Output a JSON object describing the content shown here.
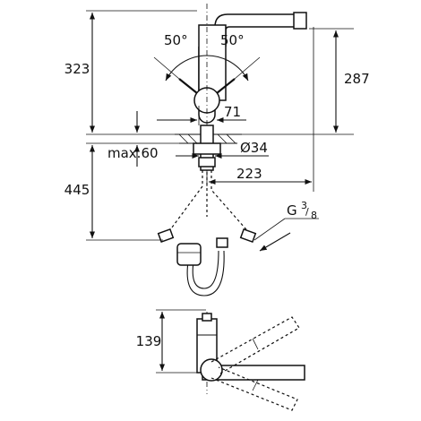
{
  "diagram": {
    "labels": {
      "height_total_above": "323",
      "height_spout": "287",
      "angle_left": "50°",
      "angle_right": "50°",
      "offset_71": "71",
      "max_deck": "max.60",
      "hole_dia": "Ø34",
      "height_below": "445",
      "reach": "223",
      "thread_g": "G",
      "thread_num": "3",
      "thread_den": "8",
      "side_height": "139"
    },
    "colors": {
      "line": "#111111",
      "background": "#ffffff"
    }
  }
}
